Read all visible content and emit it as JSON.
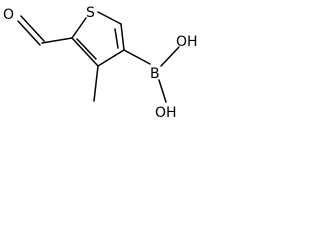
{
  "molecule": {
    "atoms": {
      "oxygen": "O",
      "sulfur": "S",
      "boron": "B",
      "hydroxyl_top": "OH",
      "hydroxyl_bottom": "OH"
    }
  }
}
